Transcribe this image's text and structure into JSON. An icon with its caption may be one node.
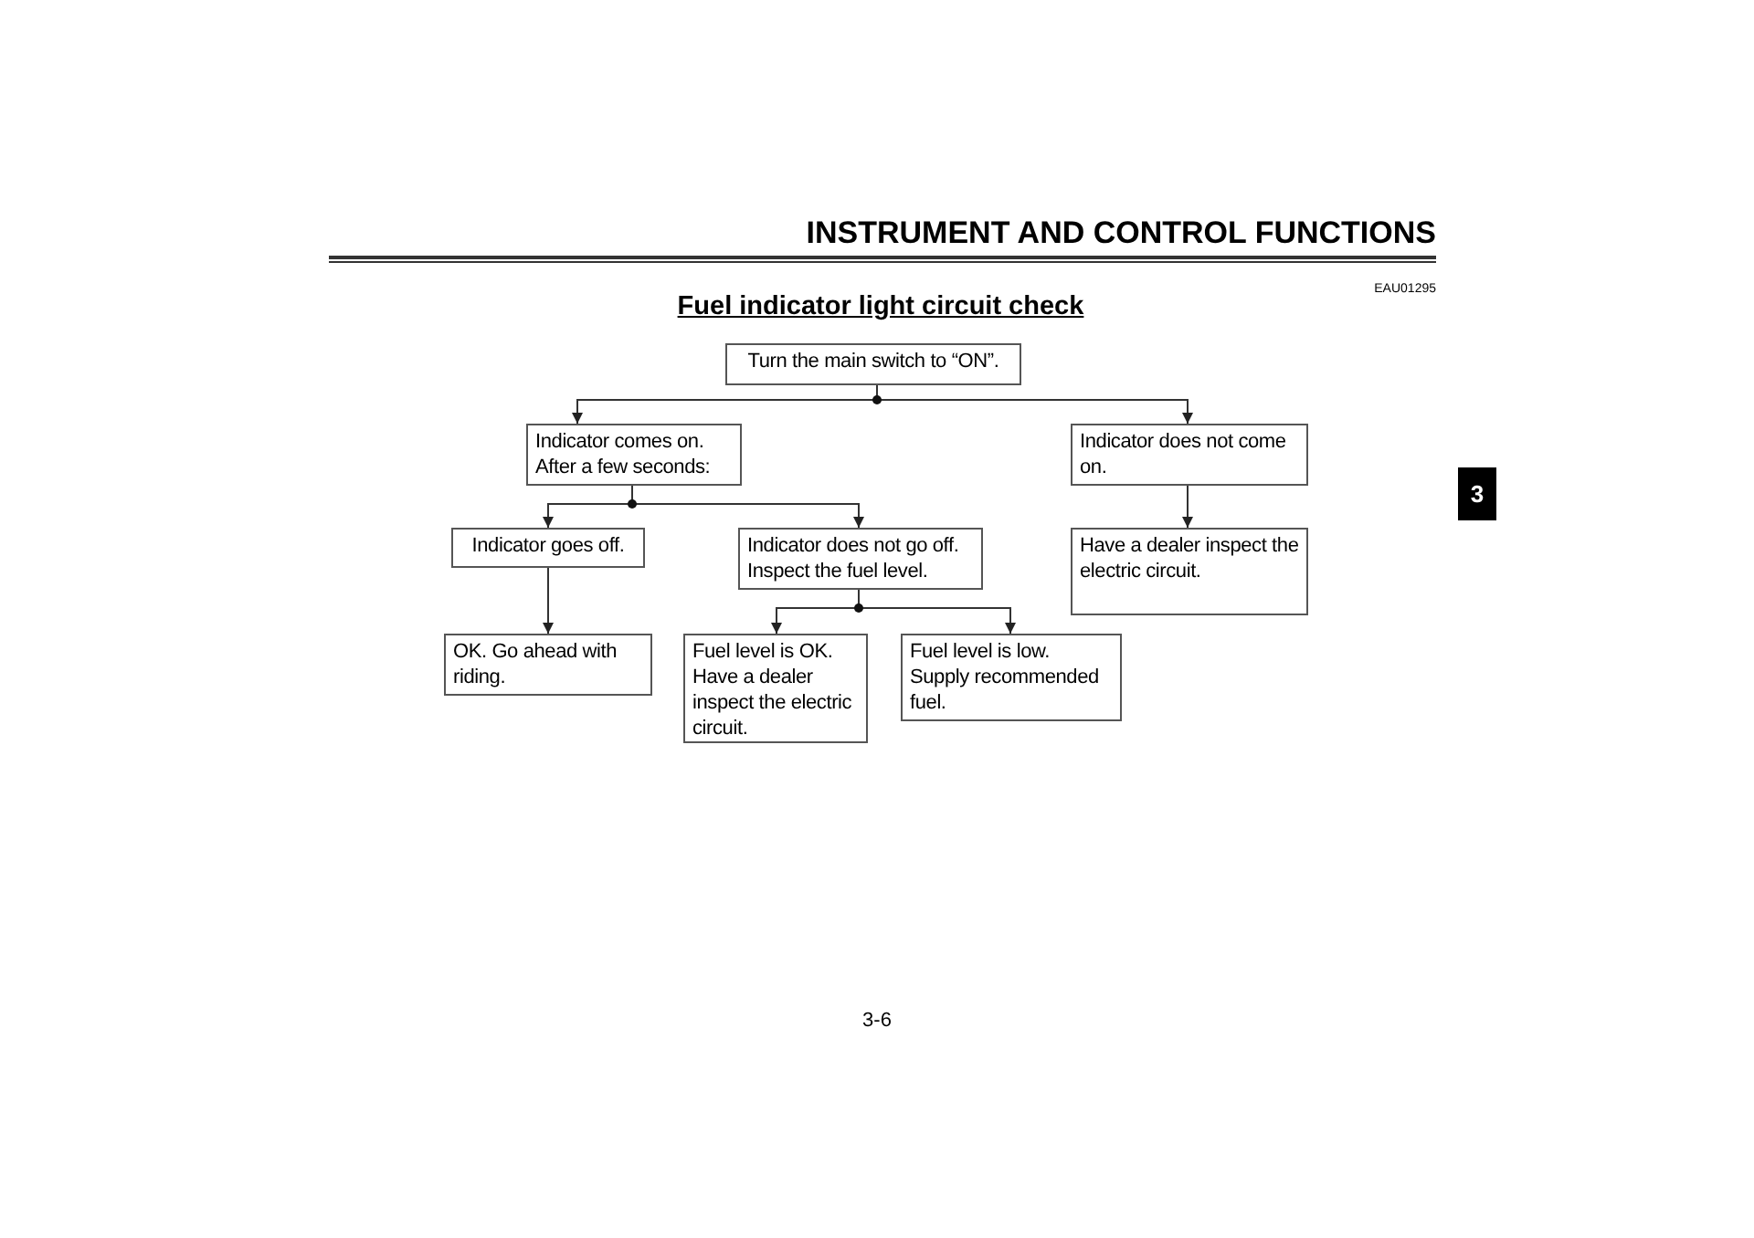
{
  "diagram": {
    "title": "Fuel indicator light circuit check",
    "nodes": [
      {
        "text": [
          "Turn the main switch to “ON”."
        ]
      },
      {
        "text": [
          "Indicator comes on. After a few seconds:"
        ]
      },
      {
        "text": [
          "Indicator does not come on."
        ]
      },
      {
        "text": [
          "Indicator goes off."
        ]
      },
      {
        "text": [
          "Indicator does not go off. Inspect the fuel level."
        ]
      },
      {
        "text": [
          "Have a dealer inspect the electric circuit."
        ]
      },
      {
        "text": [
          "OK. Go ahead with riding."
        ]
      },
      {
        "text": [
          "Fuel level is OK. Have a dealer inspect the electric circuit."
        ]
      },
      {
        "text": [
          "Fuel level is low. Supply recommended fuel."
        ]
      }
    ],
    "edges": [
      {
        "from": 0,
        "to": 1,
        "arrow": "to"
      },
      {
        "from": 0,
        "to": 2,
        "arrow": "to"
      },
      {
        "from": 1,
        "to": 3,
        "arrow": "to"
      },
      {
        "from": 1,
        "to": 4,
        "arrow": "to"
      },
      {
        "from": 2,
        "to": 5,
        "arrow": "to"
      },
      {
        "from": 3,
        "to": 6,
        "arrow": "to"
      },
      {
        "from": 4,
        "to": 7,
        "arrow": "to"
      },
      {
        "from": 4,
        "to": 8,
        "arrow": "to"
      }
    ],
    "labels": [
      "INSTRUMENT AND CONTROL FUNCTIONS",
      "EAU01295",
      "3",
      "3-6"
    ]
  }
}
